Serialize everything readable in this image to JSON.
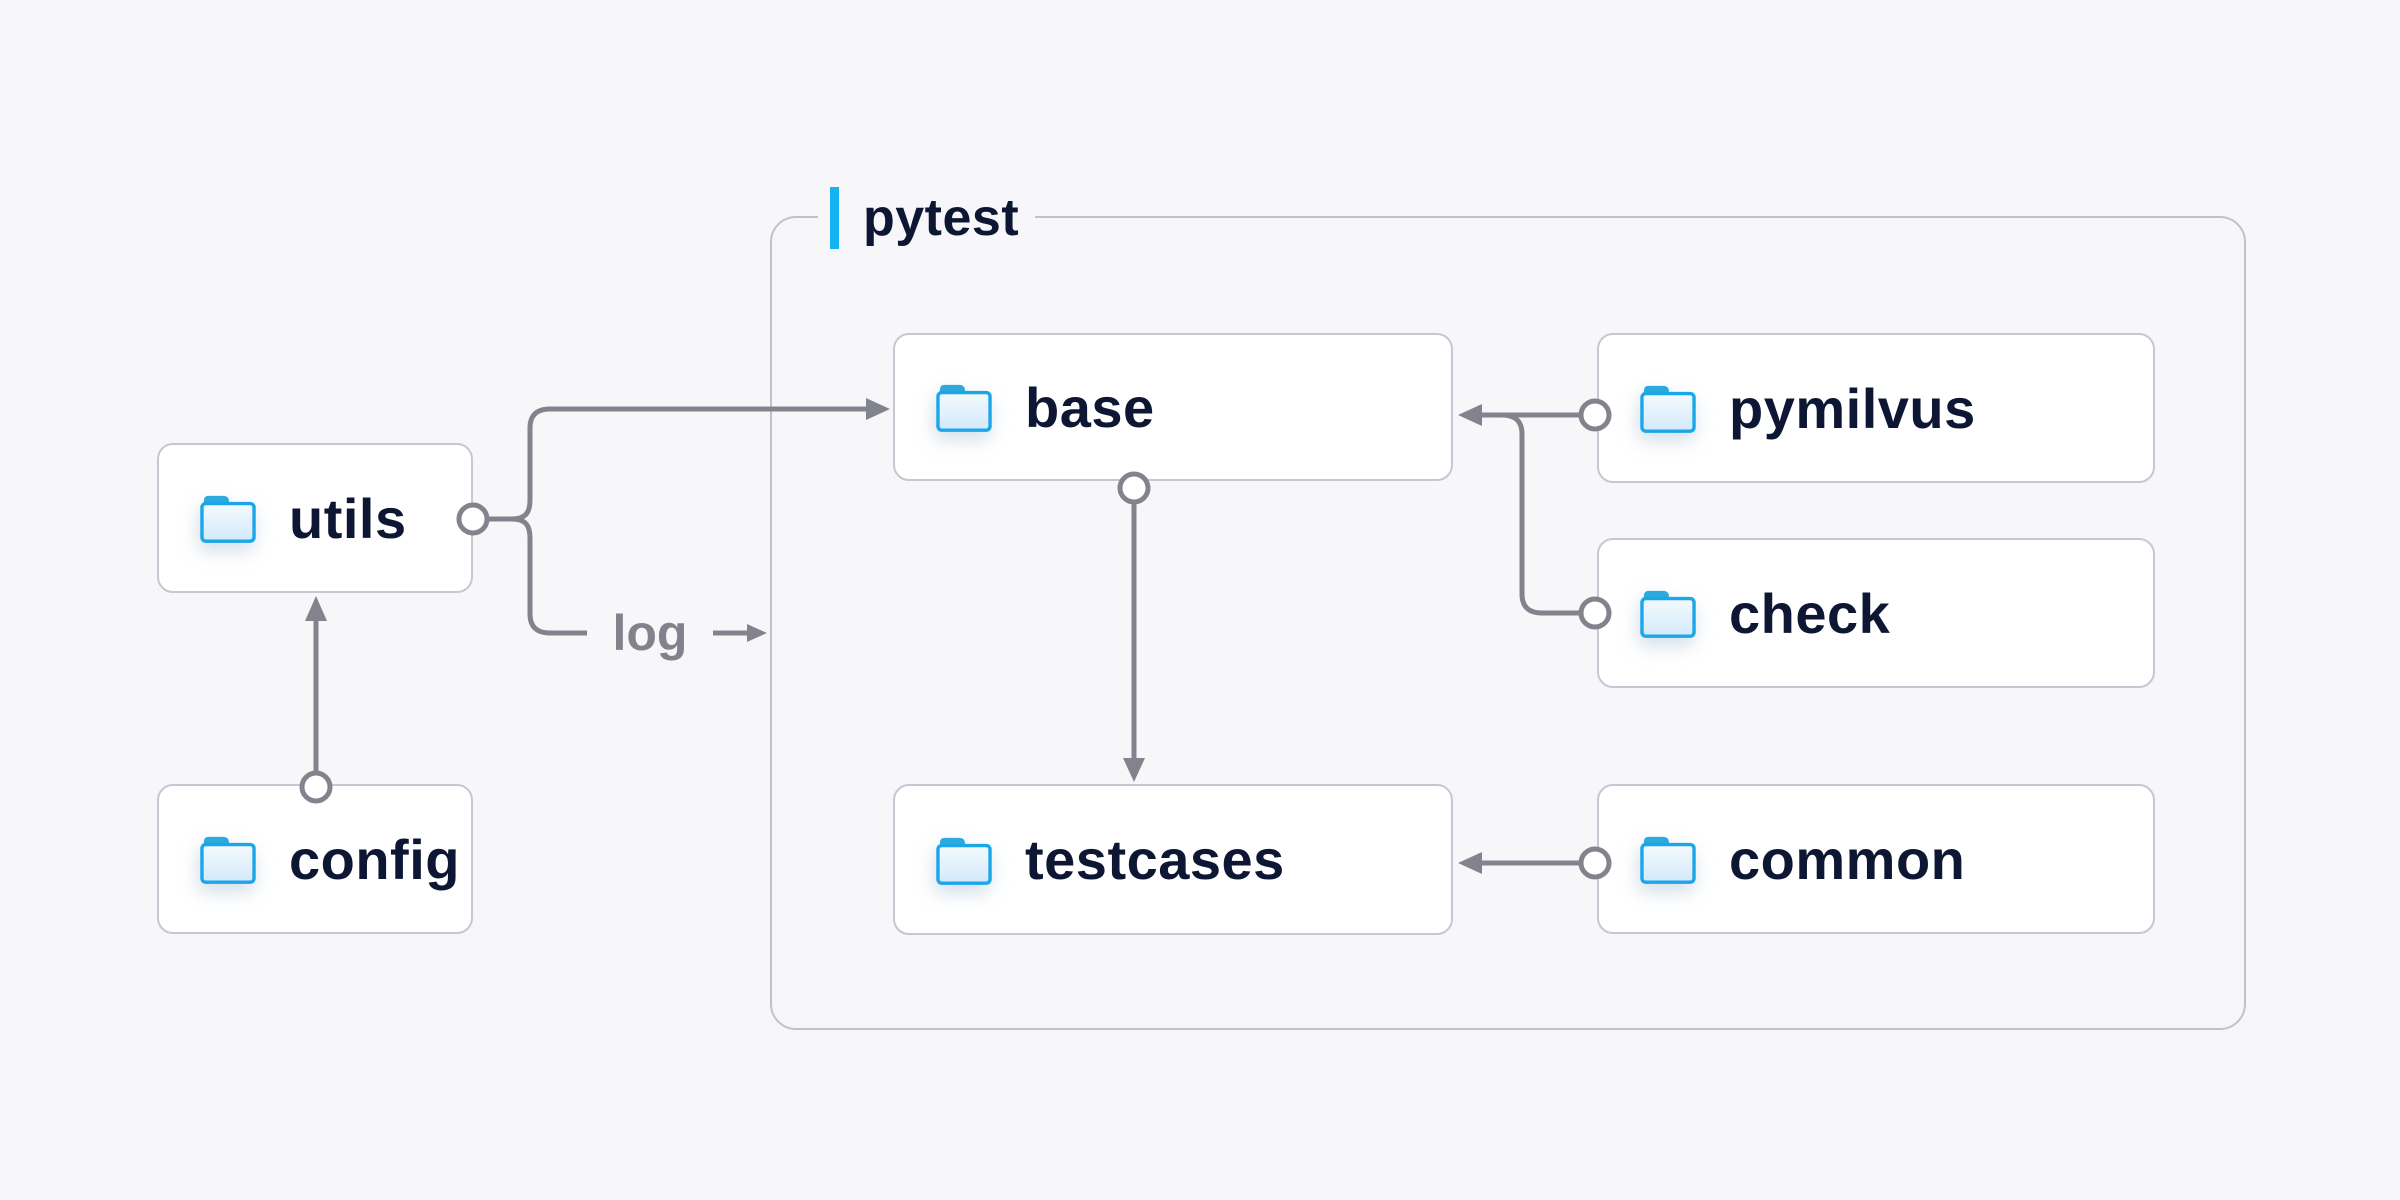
{
  "diagram": {
    "title_group": {
      "label": "pytest"
    },
    "nodes": {
      "utils": {
        "label": "utils",
        "icon": "folder-icon"
      },
      "config": {
        "label": "config",
        "icon": "folder-icon"
      },
      "base": {
        "label": "base",
        "icon": "folder-icon"
      },
      "pymilvus": {
        "label": "pymilvus",
        "icon": "folder-icon"
      },
      "check": {
        "label": "check",
        "icon": "folder-icon"
      },
      "testcases": {
        "label": "testcases",
        "icon": "folder-icon"
      },
      "common": {
        "label": "common",
        "icon": "folder-icon"
      }
    },
    "edges": [
      {
        "from": "config",
        "to": "utils"
      },
      {
        "from": "utils",
        "to": "base"
      },
      {
        "from": "utils",
        "to": "log-output",
        "label": "log"
      },
      {
        "from": "pymilvus",
        "to": "base"
      },
      {
        "from": "check",
        "to": "base"
      },
      {
        "from": "base",
        "to": "testcases"
      },
      {
        "from": "common",
        "to": "testcases"
      }
    ],
    "edge_label_log": "log"
  },
  "colors": {
    "bg": "#f7f7f9",
    "box-fill": "#ffffff",
    "box-border": "#c7c7d3",
    "container-border": "#c1c1cd",
    "line": "#83838e",
    "text": "#0d1733",
    "muted": "#82828c",
    "cyan": "#14b2f0",
    "folder-blue": "#1ba6ea",
    "folder-tab": "#2ea9dd"
  }
}
